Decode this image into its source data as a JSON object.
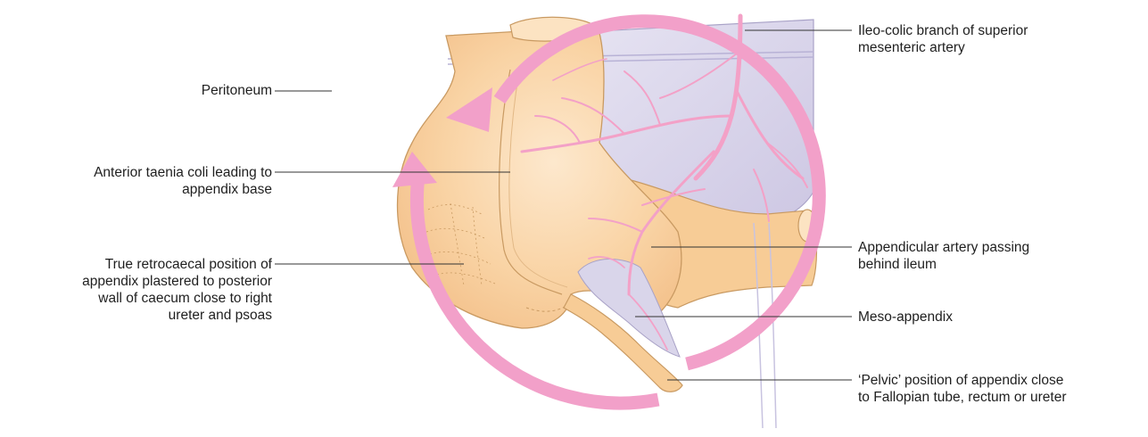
{
  "labels": {
    "peritoneum": "Peritoneum",
    "anterior_taenia": [
      "Anterior taenia coli leading to",
      "appendix base"
    ],
    "retrocaecal": [
      "True retrocaecal position of",
      "appendix plastered to posterior",
      "wall of caecum close to right",
      "ureter and psoas"
    ],
    "ileo_colic": [
      "Ileo-colic branch of superior",
      "mesenteric artery"
    ],
    "appendicular_artery": [
      "Appendicular artery passing",
      "behind ileum"
    ],
    "meso_appendix": "Meso-appendix",
    "pelvic_position": [
      "‘Pelvic’ position of appendix close",
      "to Fallopian tube, rectum or ureter"
    ]
  },
  "colors": {
    "caecum_fill": "#f7cc96",
    "caecum_light": "#fce3c2",
    "caecum_stroke": "#c99a62",
    "mesentery_fill": "#d9d5ea",
    "mesentery_stroke": "#a9a2c7",
    "artery": "#f3a1c7",
    "arrow": "#f2a0c9",
    "leader": "#333333"
  }
}
